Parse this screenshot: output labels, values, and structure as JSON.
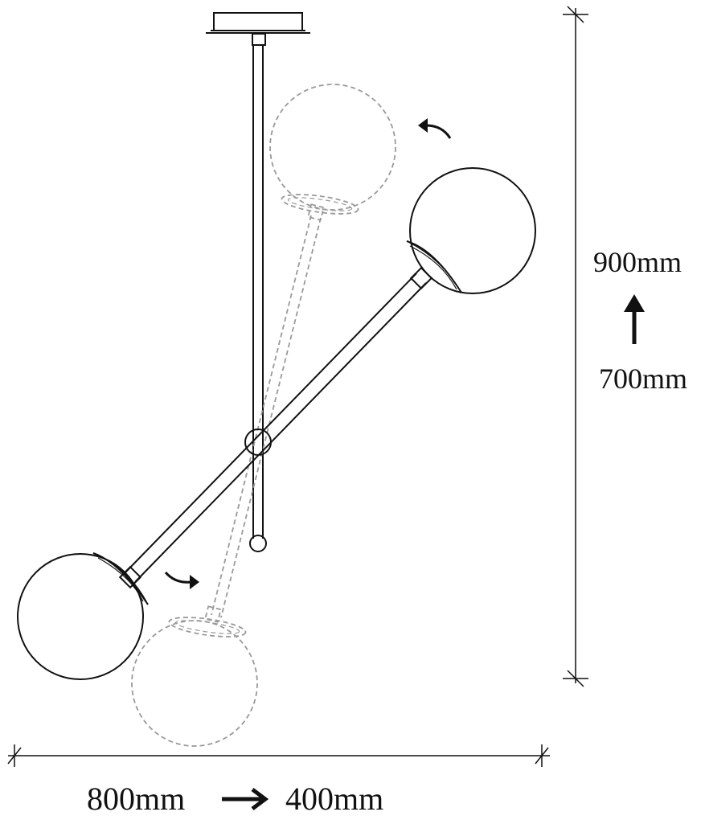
{
  "dimensions": {
    "height": {
      "max": "900mm",
      "min": "700mm",
      "arrow_icon": "arrow-up-icon"
    },
    "width": {
      "max": "800mm",
      "min": "400mm",
      "arrow_icon": "arrow-right-icon"
    }
  },
  "colors": {
    "ink": "#111111",
    "ghost": "#9a9a9a",
    "background": "#ffffff"
  },
  "icons": {
    "rotate_top": "rotate-counterclockwise-icon",
    "rotate_bottom": "rotate-clockwise-icon"
  }
}
